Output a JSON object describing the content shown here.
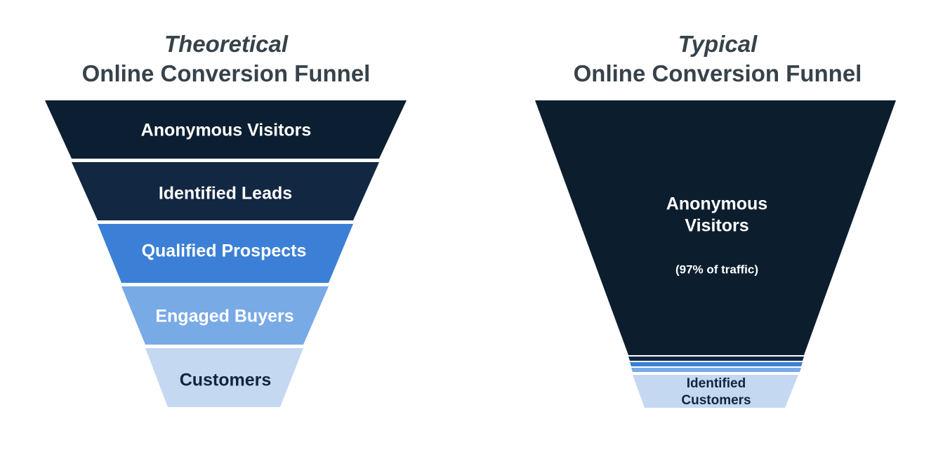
{
  "theoretical": {
    "title_line1": "Theoretical",
    "title_line2": "Online Conversion Funnel",
    "stages": [
      {
        "label": "Anonymous Visitors",
        "fill": "#0c1e31",
        "text_color": "#ffffff"
      },
      {
        "label": "Identified Leads",
        "fill": "#112742",
        "text_color": "#ffffff"
      },
      {
        "label": "Qualified Prospects",
        "fill": "#3b80d6",
        "text_color": "#ffffff"
      },
      {
        "label": "Engaged Buyers",
        "fill": "#78aae6",
        "text_color": "#ffffff"
      },
      {
        "label": "Customers",
        "fill": "#c5d8f2",
        "text_color": "#10253e"
      }
    ]
  },
  "typical": {
    "title_line1": "Typical",
    "title_line2": "Online Conversion Funnel",
    "anonymous_label_line1": "Anonymous",
    "anonymous_label_line2": "Visitors",
    "anonymous_note": "(97% of traffic)",
    "customers_label_line1": "Identified",
    "customers_label_line2": "Customers",
    "colors": {
      "anonymous": "#0c1e2e",
      "thin_band_1": "#112742",
      "thin_band_2": "#3b80d6",
      "thin_band_3": "#78aae6",
      "customers": "#c5d8f2",
      "customers_text": "#10253e",
      "anonymous_text": "#ffffff"
    }
  }
}
